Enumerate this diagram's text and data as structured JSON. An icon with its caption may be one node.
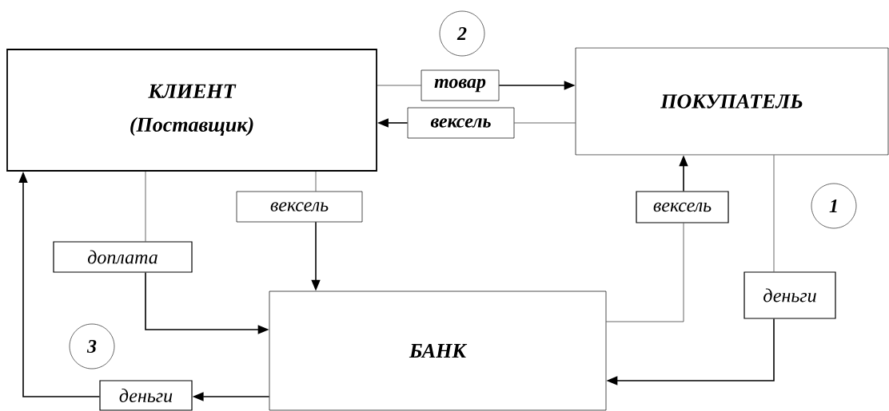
{
  "diagram": {
    "nodes": [
      {
        "text": [
          "КЛИЕНТ",
          "(Поставщик)"
        ]
      },
      {
        "text": [
          "ПОКУПАТЕЛЬ"
        ]
      },
      {
        "text": [
          "БАНК"
        ]
      },
      {
        "text": [
          "товар"
        ]
      },
      {
        "text": [
          "вексель"
        ]
      },
      {
        "text": [
          "вексель"
        ]
      },
      {
        "text": [
          "вексель"
        ]
      },
      {
        "text": [
          "доплата"
        ]
      },
      {
        "text": [
          "деньги"
        ]
      },
      {
        "text": [
          "деньги"
        ]
      },
      {
        "text": [
          "2"
        ]
      },
      {
        "text": [
          "1"
        ]
      },
      {
        "text": [
          "3"
        ]
      }
    ],
    "edges": [
      {
        "from": 0,
        "to": 3,
        "arrow": "none"
      },
      {
        "from": 3,
        "to": 1,
        "arrow": "to"
      },
      {
        "from": 1,
        "to": 4,
        "arrow": "none"
      },
      {
        "from": 4,
        "to": 0,
        "arrow": "to"
      },
      {
        "from": 0,
        "to": 5,
        "arrow": "none"
      },
      {
        "from": 5,
        "to": 2,
        "arrow": "to"
      },
      {
        "from": 2,
        "to": 6,
        "arrow": "none"
      },
      {
        "from": 6,
        "to": 1,
        "arrow": "to"
      },
      {
        "from": 0,
        "to": 7,
        "arrow": "none"
      },
      {
        "from": 7,
        "to": 2,
        "arrow": "to"
      },
      {
        "from": 1,
        "to": 8,
        "arrow": "none"
      },
      {
        "from": 8,
        "to": 2,
        "arrow": "to"
      },
      {
        "from": 2,
        "to": 9,
        "arrow": "to"
      },
      {
        "from": 9,
        "to": 0,
        "arrow": "to"
      }
    ]
  }
}
